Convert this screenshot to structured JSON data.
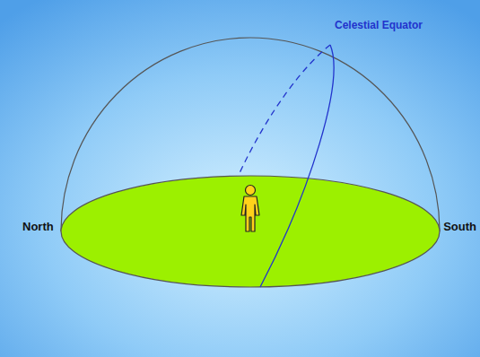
{
  "diagram": {
    "labels": [
      "North",
      "South",
      "Celestial Equator"
    ]
  }
}
